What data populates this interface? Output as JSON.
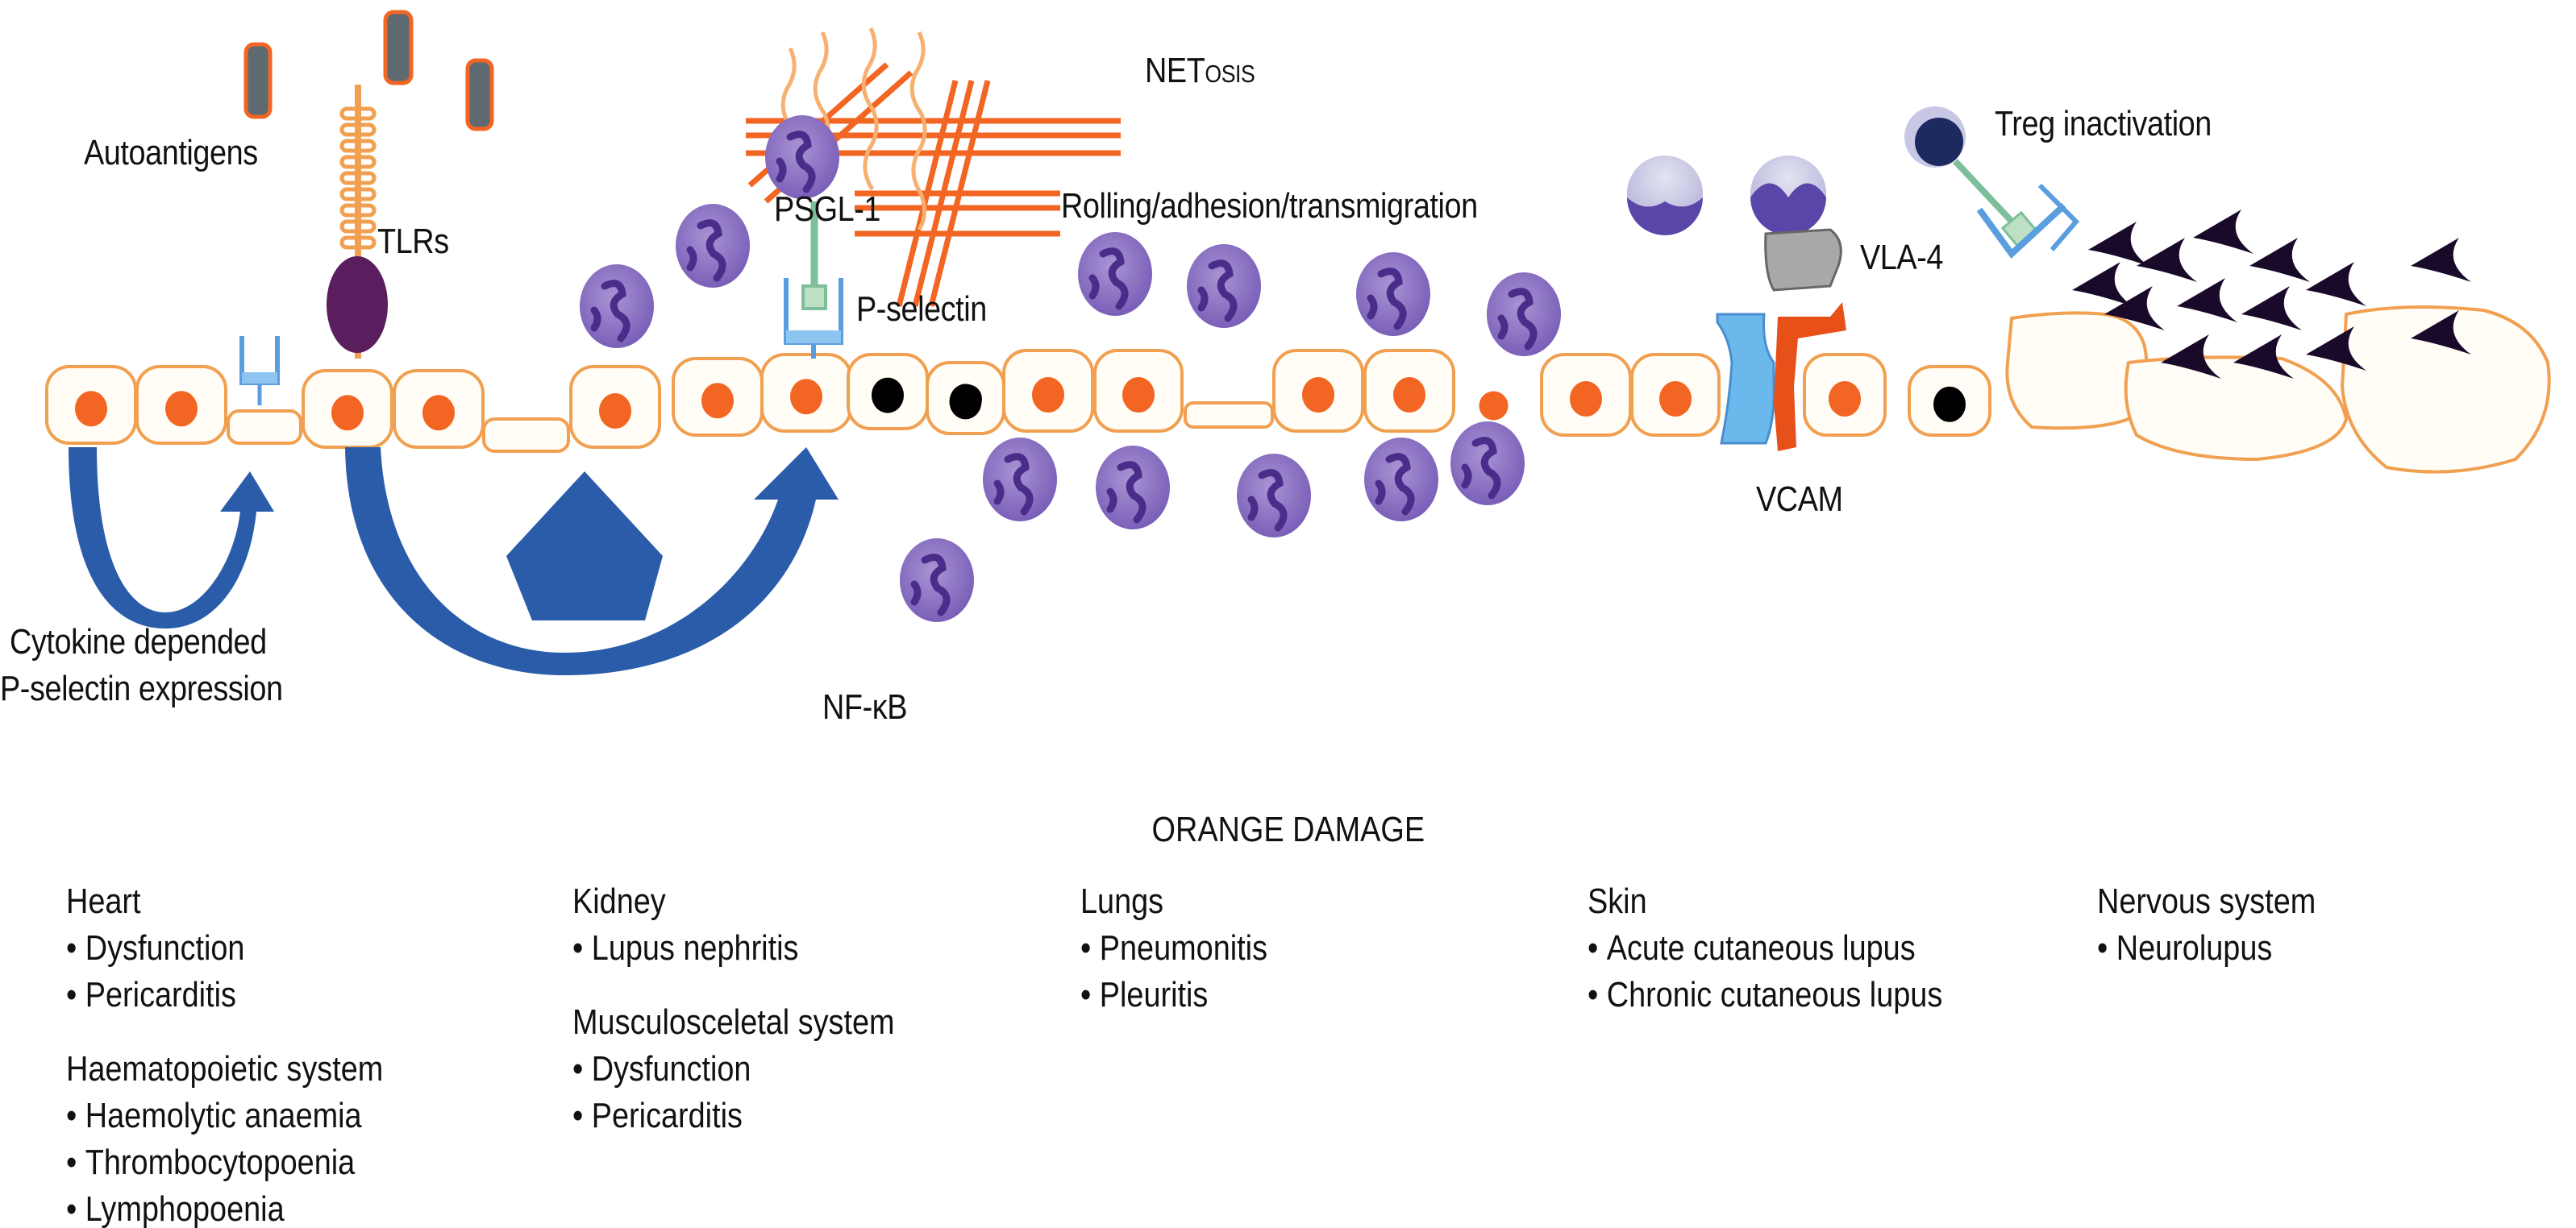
{
  "diagram": {
    "labels": {
      "autoantigens": "Autoantigens",
      "tlrs": "TLRs",
      "netosis": "NETosis",
      "psgl1": "PSGL-1",
      "p_selectin": "P-selectin",
      "rolling": "Rolling/adhesion/transmigration",
      "vla4": "VLA-4",
      "treg": "Treg inactivation",
      "vcam": "VCAM",
      "cytokine_line1": "Cytokine depended",
      "cytokine_line2": "P-selectin expression",
      "nfkb": "NF-κB"
    },
    "colors": {
      "cell_outline": "#f0a050",
      "cell_fill": "#fffdf6",
      "nucleus": "#f26522",
      "nucleus_dark": "#000000",
      "arrow_blue": "#2a5caa",
      "neutrophil": "#8a70c0",
      "neutrophil_dark": "#4a2d8a",
      "receptor_blue": "#5a9ee0",
      "psgl_green": "#7dbf9a",
      "tlr_purple": "#5a1e5e",
      "vcam_red": "#e8501a",
      "vla_gray": "#a8a8a8",
      "treg_navy": "#1d2a60",
      "platelet_dark": "#1a0a2a",
      "antigen_gray": "#5f6a70"
    }
  },
  "damage": {
    "title": "ORANGE DAMAGE",
    "columns": [
      {
        "groups": [
          {
            "name": "Heart",
            "items": [
              "Dysfunction",
              "Pericarditis"
            ]
          },
          {
            "name": "Haematopoietic system",
            "items": [
              "Haemolytic anaemia",
              "Thrombocytopoenia",
              "Lymphopoenia"
            ]
          }
        ]
      },
      {
        "groups": [
          {
            "name": "Kidney",
            "items": [
              "Lupus nephritis"
            ]
          },
          {
            "name": "Musculosceletal system",
            "items": [
              "Dysfunction",
              "Pericarditis"
            ]
          }
        ]
      },
      {
        "groups": [
          {
            "name": "Lungs",
            "items": [
              "Pneumonitis",
              "Pleuritis"
            ]
          }
        ]
      },
      {
        "groups": [
          {
            "name": "Skin",
            "items": [
              "Acute cutaneous lupus",
              "Chronic cutaneous lupus"
            ]
          }
        ]
      },
      {
        "groups": [
          {
            "name": "Nervous system",
            "items": [
              "Neurolupus"
            ]
          }
        ]
      }
    ]
  }
}
